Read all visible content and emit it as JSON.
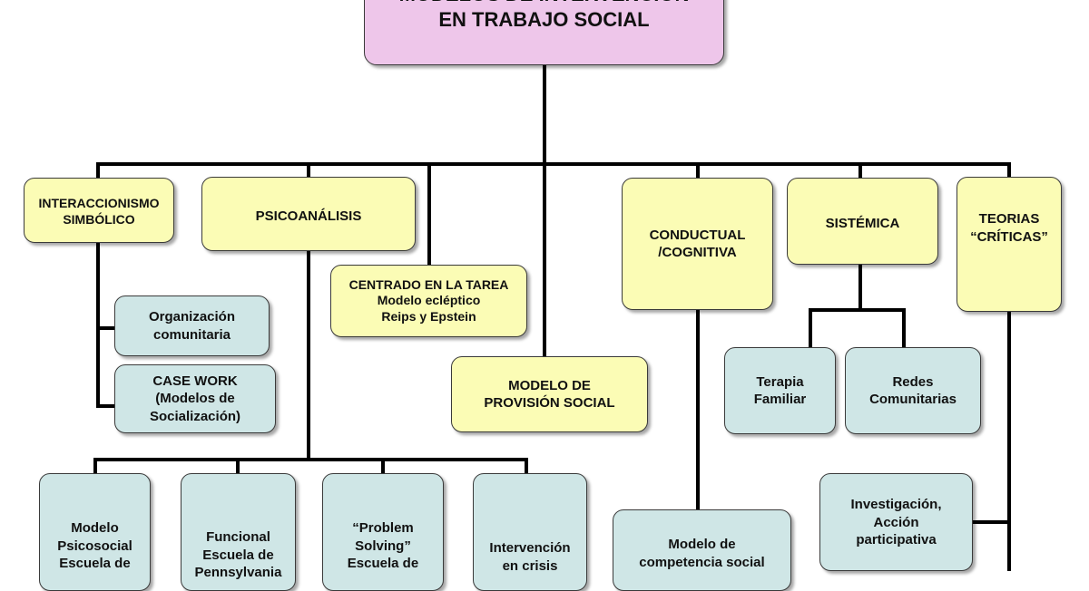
{
  "title": "MODELOS DE INTERVENCIÓN\nEN TRABAJO SOCIAL",
  "nodes": {
    "interaccionismo": "INTERACCIONISMO\nSIMBÓLICO",
    "psicoanalisis": "PSICOANÁLISIS",
    "centrado_tarea": "CENTRADO EN LA TAREA\nModelo ecléptico\nReips y Epstein",
    "provision_social": "MODELO DE\nPROVISIÓN SOCIAL",
    "conductual": "CONDUCTUAL\n/COGNITIVA",
    "sistemica": "SISTÉMICA",
    "teorias_criticas": "TEORIAS\n“CRÍTICAS”",
    "organizacion": "Organización\ncomunitaria",
    "case_work": "CASE WORK\n(Modelos de\nSocialización)",
    "terapia_familiar": "Terapia\nFamiliar",
    "redes_comunitarias": "Redes\nComunitarias",
    "investigacion": "Investigación,\nAcción\nparticipativa",
    "psicosocial": "Modelo\nPsicosocial\nEscuela de",
    "funcional": "Funcional\nEscuela de\nPennsylvania",
    "problem_solving": "“Problem\nSolving”\nEscuela de",
    "intervencion_crisis": "Intervención\nen crisis",
    "competencia_social": "Modelo de\ncompetencia social"
  },
  "colors": {
    "title": "#eec6ea",
    "category": "#fbfcb5",
    "submodel": "#cfe6e6",
    "line": "#000000"
  }
}
